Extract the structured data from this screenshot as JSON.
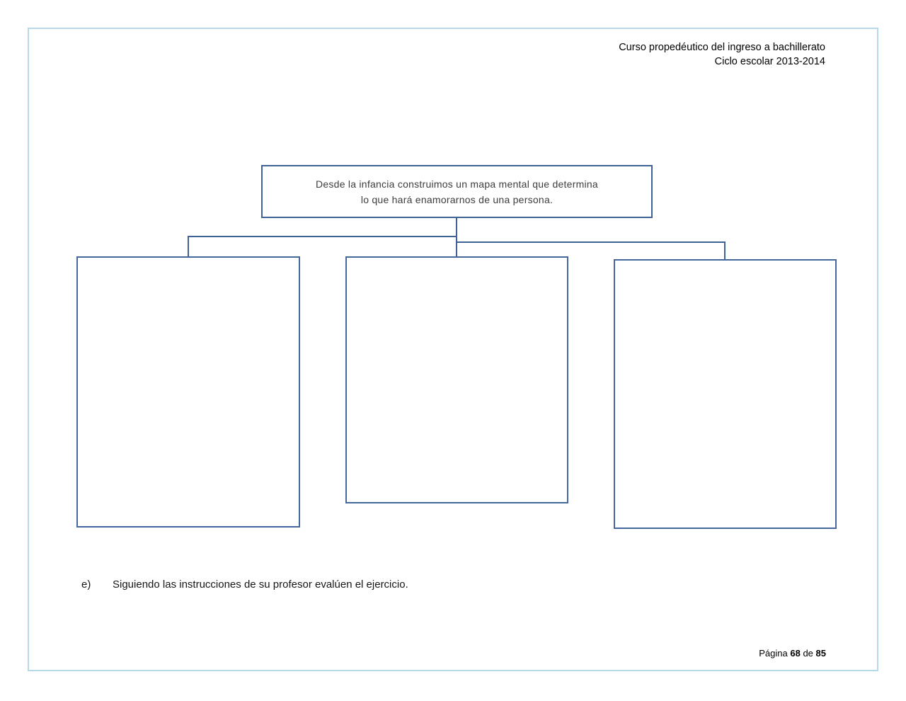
{
  "header": {
    "course": "Curso propedéutico del ingreso a bachillerato",
    "cycle": "Ciclo escolar 2013-2014"
  },
  "diagram": {
    "root_box": {
      "line1": "Desde la infancia construimos un mapa mental que determina",
      "line2": "lo que hará enamorarnos de una persona."
    },
    "answer_boxes": [
      {
        "position": "left",
        "content": ""
      },
      {
        "position": "middle",
        "content": ""
      },
      {
        "position": "right",
        "content": ""
      }
    ]
  },
  "exercise": {
    "marker": "e)",
    "text": "Siguiendo las instrucciones de su profesor evalúen el ejercicio."
  },
  "footer": {
    "label": "Página",
    "current_page": "68",
    "of_word": "de",
    "total_pages": "85"
  },
  "colors": {
    "page_border": "#b5d9e8",
    "root_box_border": "#3e6295",
    "answer_box_border": "#44689b",
    "connector": "#3e6295",
    "body_text": "#3d3d3d"
  }
}
